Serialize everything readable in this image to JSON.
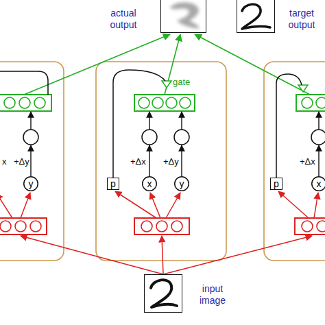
{
  "diagram": {
    "nodes": [
      {
        "text": [
          "actual output"
        ]
      },
      {
        "text": [
          "target output"
        ]
      },
      {
        "text": [
          "y"
        ]
      },
      {
        "text": [
          "p"
        ]
      },
      {
        "text": [
          "x"
        ]
      },
      {
        "text": [
          "y"
        ]
      },
      {
        "text": [
          "p"
        ]
      },
      {
        "text": [
          "x"
        ]
      },
      {
        "text": [
          "input image"
        ]
      }
    ],
    "labels": [
      "gate",
      "x",
      "+Δy",
      "+Δx",
      "+Δy",
      "+Δx"
    ]
  }
}
